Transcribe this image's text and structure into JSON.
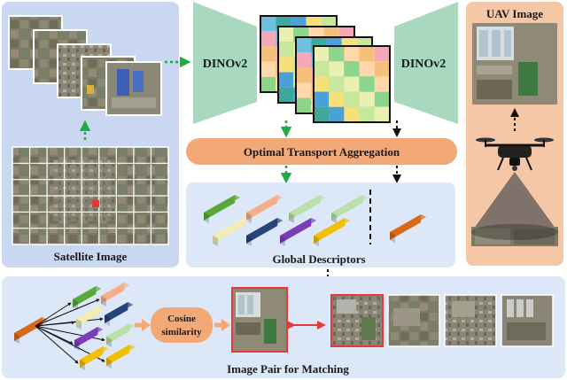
{
  "labels": {
    "satellite_image": "Satellite Image",
    "uav_image": "UAV Image",
    "dinov2_left": "DINOv2",
    "dinov2_right": "DINOv2",
    "optimal_transport_aggregation": "Optimal Transport Aggregation",
    "global_descriptors": "Global Descriptors",
    "cosine_similarity_line1": "Cosine",
    "cosine_similarity_line2": "similarity",
    "image_pair_for_matching": "Image Pair for Matching"
  },
  "colors": {
    "satellite_panel": "#c9d8f0",
    "uav_panel": "#f6c7a7",
    "descriptor_panel": "#dce8f7",
    "bottom_panel": "#dce8f7",
    "encoder_wedge": "#a8d8c0",
    "ota_bar": "#f2a877",
    "green_arrow": "#22aa44",
    "red_frame": "#e23a3a",
    "descriptor_colors": [
      "#5aa83a",
      "#f5b08a",
      "#b8e0a8",
      "#f3edb0",
      "#26437a",
      "#7a3fb8",
      "#f2c000",
      "#d86a1a"
    ]
  }
}
